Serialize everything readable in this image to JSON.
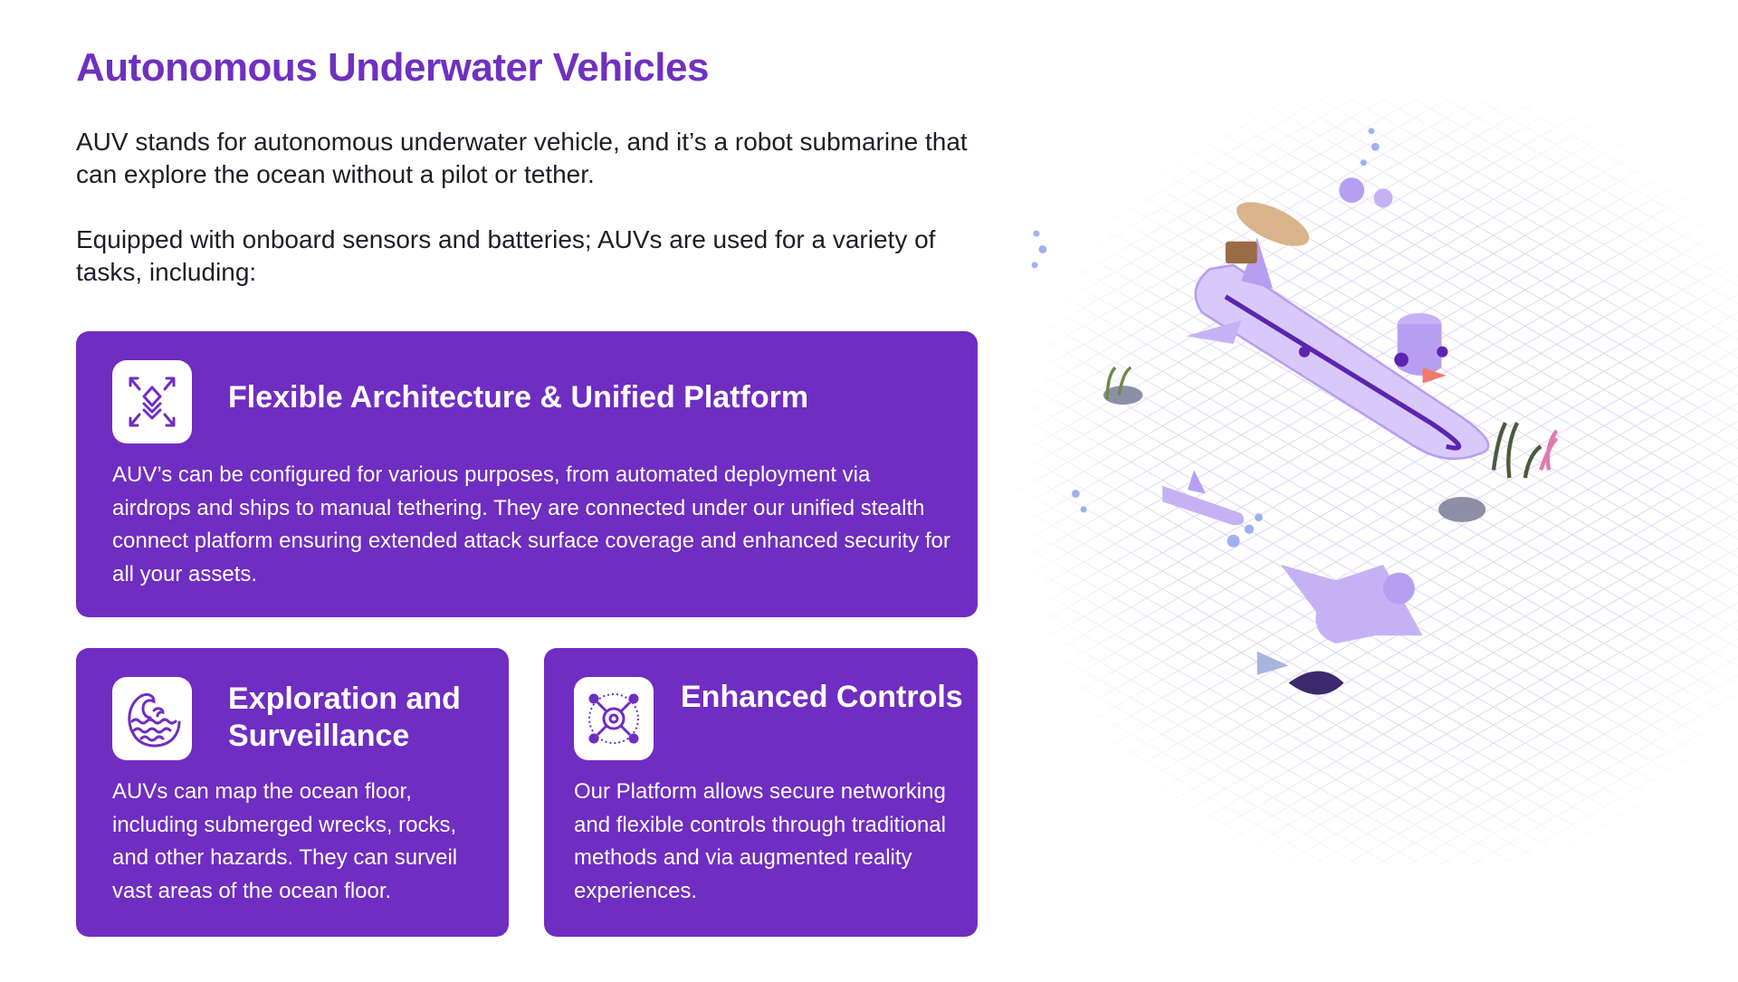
{
  "page": {
    "title": "Autonomous Underwater Vehicles",
    "intro_paragraphs": [
      "AUV stands for autonomous underwater vehicle, and it’s a robot submarine that can explore the ocean without a pilot or tether.",
      "Equipped with onboard sensors and batteries; AUVs are used for a variety of tasks, including:"
    ]
  },
  "cards": [
    {
      "icon": "expand-layers-icon",
      "title": "Flexible Architecture & Unified Platform",
      "body": "AUV’s can be configured for various purposes, from automated deployment via airdrops and ships to manual tethering. They are connected under our unified stealth connect platform ensuring extended attack surface coverage and enhanced security for all your assets."
    },
    {
      "icon": "ocean-wave-icon",
      "title": "Exploration and Surveillance",
      "body": "AUVs can map the ocean floor, including submerged wrecks, rocks, and other hazards. They can surveil vast areas of the ocean floor."
    },
    {
      "icon": "control-gear-icon",
      "title": "Enhanced Controls",
      "body": "Our Platform allows secure networking and flexible controls through traditional methods and via augmented reality experiences."
    }
  ],
  "colors": {
    "accent": "#7030c0",
    "card": "#6f2dc2",
    "illustration_light": "#e6dcfb",
    "illustration_mid": "#b89ef0",
    "illustration_dark": "#5b25b0"
  }
}
